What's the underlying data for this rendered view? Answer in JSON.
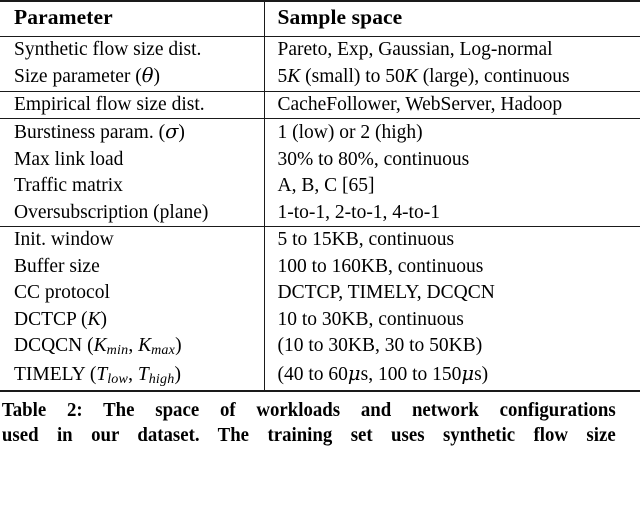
{
  "table": {
    "label": "Table 2",
    "headers": {
      "parameter": "Parameter",
      "sample_space": "Sample space"
    },
    "sections": [
      {
        "name": "workload-flow-size",
        "rows": [
          {
            "parameter": "Synthetic flow size dist.",
            "sample_space": "Pareto, Exp, Gaussian, Log-normal"
          },
          {
            "parameter": "Size parameter (θ)",
            "sample_space": "5K (small) to 50K (large), continuous"
          }
        ]
      },
      {
        "name": "empirical-flow-size",
        "rows": [
          {
            "parameter": "Empirical flow size dist.",
            "sample_space": "CacheFollower, WebServer, Hadoop"
          }
        ]
      },
      {
        "name": "traffic-and-topology",
        "rows": [
          {
            "parameter": "Burstiness param. (σ)",
            "sample_space": "1 (low) or 2 (high)"
          },
          {
            "parameter": "Max link load",
            "sample_space": "30% to 80%, continuous"
          },
          {
            "parameter": "Traffic matrix",
            "sample_space": "A, B, C [65]"
          },
          {
            "parameter": "Oversubscription (plane)",
            "sample_space": "1-to-1, 2-to-1, 4-to-1"
          }
        ]
      },
      {
        "name": "network-configuration",
        "rows": [
          {
            "parameter": "Init. window",
            "sample_space": "5 to 15KB, continuous"
          },
          {
            "parameter": "Buffer size",
            "sample_space": "100 to 160KB, continuous"
          },
          {
            "parameter": "CC protocol",
            "sample_space": "DCTCP, TIMELY, DCQCN"
          },
          {
            "parameter": "DCTCP (K)",
            "sample_space": "10 to 30KB, continuous"
          },
          {
            "parameter": "DCQCN (Kmin, Kmax)",
            "sample_space": "(10 to 30KB, 30 to 50KB)"
          },
          {
            "parameter": "TIMELY (Tlow, Thigh)",
            "sample_space": "(40 to 60μs, 100 to 150μs)"
          }
        ]
      }
    ]
  },
  "caption": {
    "prefix": "Table 2:",
    "line1_rest": "The space of workloads and network configurations",
    "line2": "used in our dataset. The training set uses synthetic flow size",
    "full": "Table 2: The space of workloads and network configurations used in our dataset. The training set uses synthetic flow size"
  },
  "math": {
    "theta": "θ",
    "sigma": "σ",
    "mu": "μ",
    "K": "K",
    "T": "T",
    "min": "min",
    "max": "max",
    "low": "low",
    "high": "high"
  },
  "colors": {
    "rule": "#1a1a1a",
    "text": "#000000",
    "background": "#ffffff"
  }
}
